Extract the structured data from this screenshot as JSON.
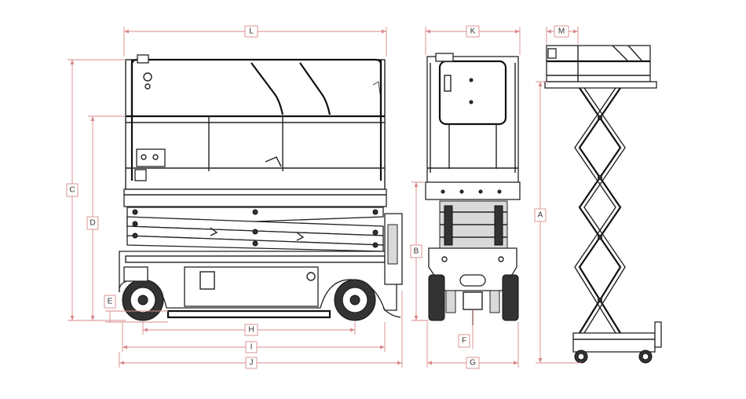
{
  "diagram": {
    "colors": {
      "line": "#222222",
      "dimension": "#d88a8a",
      "background": "#ffffff"
    },
    "views": [
      "side-view",
      "front-view",
      "raised-side-view"
    ],
    "labels": {
      "A": "A",
      "B": "B",
      "C": "C",
      "D": "D",
      "E": "E",
      "F": "F",
      "G": "G",
      "H": "H",
      "I": "I",
      "J": "J",
      "K": "K",
      "L": "L",
      "M": "M"
    }
  }
}
